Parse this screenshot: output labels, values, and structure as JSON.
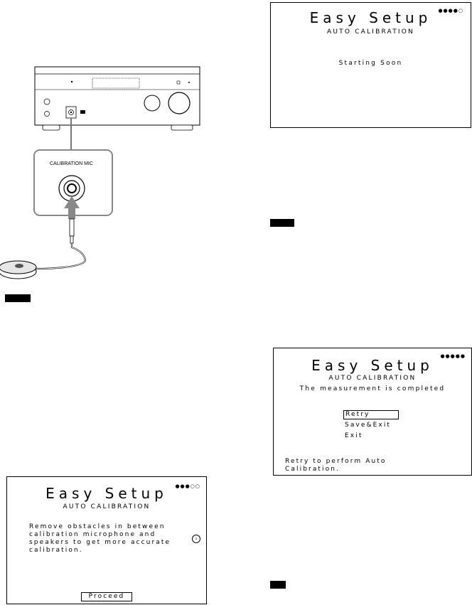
{
  "illustration": {
    "calibration_mic_label": "CALIBRATION MIC"
  },
  "screens": {
    "starting": {
      "title": "Easy Setup",
      "subtitle": "AUTO CALIBRATION",
      "message": "Starting Soon",
      "progress_dots": "●●●●○"
    },
    "obstacles": {
      "title": "Easy Setup",
      "subtitle": "AUTO CALIBRATION",
      "message": "Remove obstacles in between\ncalibration microphone and\nspeakers to get more accurate\ncalibration.",
      "progress_dots": "●●●○○",
      "proceed_label": "Proceed"
    },
    "completed": {
      "title": "Easy Setup",
      "subtitle": "AUTO CALIBRATION",
      "status": "The measurement is completed",
      "progress_dots": "●●●●●",
      "menu": [
        "Retry",
        "Save&Exit",
        "Exit"
      ],
      "hint": "Retry to perform Auto\nCalibration."
    }
  }
}
